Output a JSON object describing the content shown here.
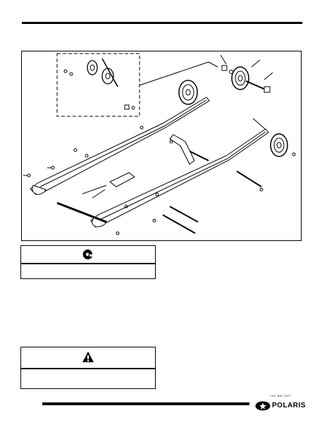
{
  "torque_callout": {
    "icon": "torque-wrench-icon",
    "text": ""
  },
  "warning_callout": {
    "icon": "warning-triangle-icon",
    "text": ""
  },
  "brand": {
    "tagline": "THE WAY OUT",
    "logo_text": "POLARIS"
  },
  "figure": {
    "description_icon": "rear-suspension-exploded-view"
  }
}
